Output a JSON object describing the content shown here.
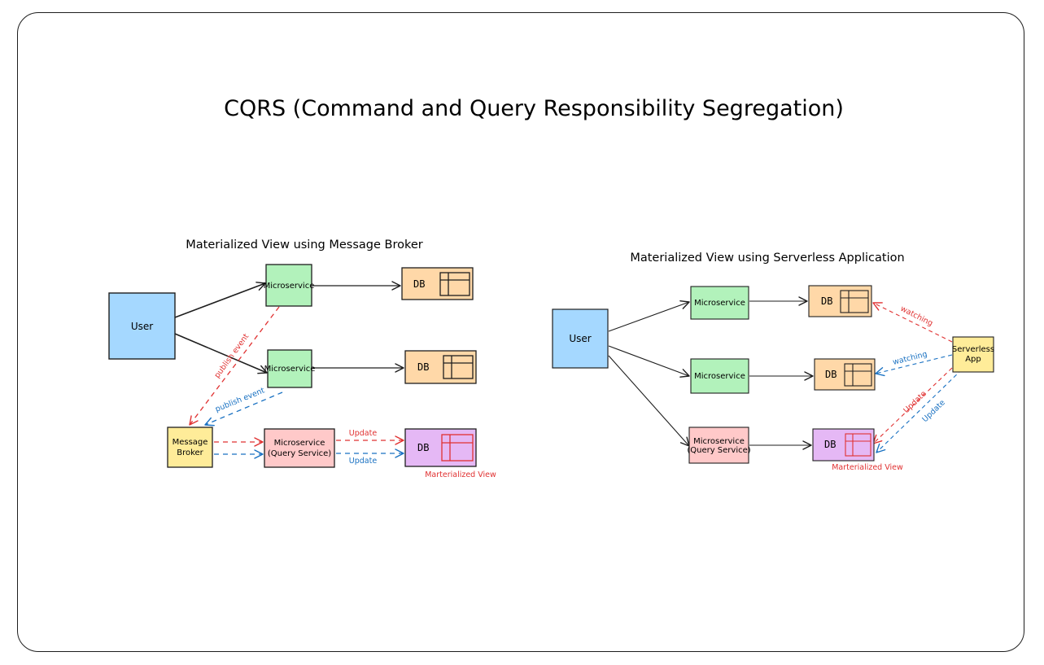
{
  "title": "CQRS (Command and Query Responsibility Segregation)",
  "colors": {
    "user": "#a5d8ff",
    "microservice": "#b2f2bb",
    "query_service": "#ffc9c9",
    "db": "#ffd8a8",
    "materialized_view": "#e5b8f5",
    "broker": "#ffec99",
    "red_edge": "#e03131",
    "blue_edge": "#1971c2",
    "stroke": "#1e1e1e"
  },
  "left": {
    "subtitle": "Materialized View using Message Broker",
    "user": "User",
    "ms_top": "Microservice",
    "ms_mid": "Microservice",
    "query_line1": "Microservice",
    "query_line2": "(Query Service)",
    "broker_line1": "Message",
    "broker_line2": "Broker",
    "db_top": "DB",
    "db_mid": "DB",
    "db_view": "DB",
    "edge_publish_red": "publish event",
    "edge_publish_blue": "publish event",
    "edge_update_red": "Update",
    "edge_update_blue": "Update",
    "mv_caption": "Marterialized View"
  },
  "right": {
    "subtitle": "Materialized View using Serverless Application",
    "user": "User",
    "ms_top": "Microservice",
    "ms_mid": "Microservice",
    "query_line1": "Microservice",
    "query_line2": "(Query Service)",
    "serverless_line1": "Serverless",
    "serverless_line2": "App",
    "db_top": "DB",
    "db_mid": "DB",
    "db_view": "DB",
    "edge_watching_red": "watching",
    "edge_watching_blue": "watching",
    "edge_update_red": "Update",
    "edge_update_blue": "Update",
    "mv_caption": "Marterialized View"
  }
}
